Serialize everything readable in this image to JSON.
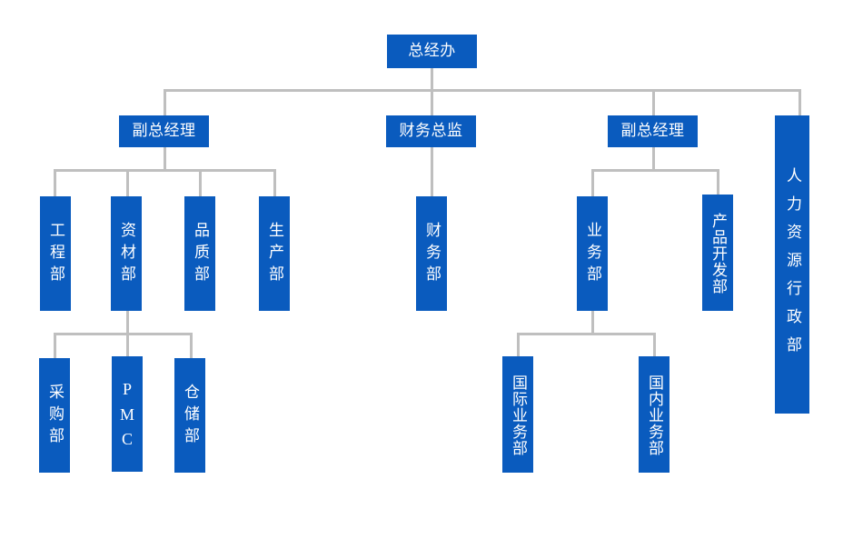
{
  "chart": {
    "title_node": "总经办",
    "type": "org-chart",
    "accent_color": "#0a5bbe",
    "connector_color": "#bfbfbf",
    "background_color": "#ffffff",
    "text_color": "#ffffff"
  },
  "nodes": {
    "root": {
      "label": "总经办",
      "orientation": "horizontal"
    },
    "vp1": {
      "label": "副总经理",
      "orientation": "horizontal"
    },
    "cfo": {
      "label": "财务总监",
      "orientation": "horizontal"
    },
    "vp2": {
      "label": "副总经理",
      "orientation": "horizontal"
    },
    "hr": {
      "label": "人力资源行政部",
      "orientation": "vertical"
    },
    "engineering": {
      "label": "工程部",
      "orientation": "vertical"
    },
    "materials": {
      "label": "资材部",
      "orientation": "vertical"
    },
    "quality": {
      "label": "品质部",
      "orientation": "vertical"
    },
    "production": {
      "label": "生产部",
      "orientation": "vertical"
    },
    "finance": {
      "label": "财务部",
      "orientation": "vertical"
    },
    "business": {
      "label": "业务部",
      "orientation": "vertical"
    },
    "product_dev": {
      "label": "产品开发部",
      "orientation": "vertical"
    },
    "purchasing": {
      "label": "采购部",
      "orientation": "vertical"
    },
    "pmc": {
      "label": "PMC",
      "orientation": "vertical-latin"
    },
    "warehouse": {
      "label": "仓储部",
      "orientation": "vertical"
    },
    "intl_business": {
      "label": "国际业务部",
      "orientation": "vertical"
    },
    "domestic_business": {
      "label": "国内业务部",
      "orientation": "vertical"
    }
  }
}
